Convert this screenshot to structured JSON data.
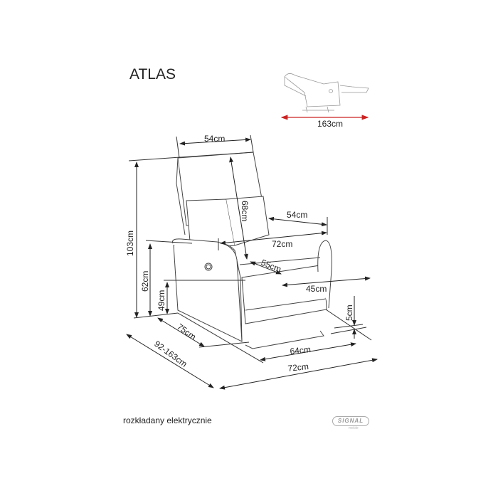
{
  "title": "ATLAS",
  "caption": "rozkładany elektrycznie",
  "brand": {
    "name": "SIGNAL",
    "sub": "meble"
  },
  "reclined_view": {
    "length": "163cm",
    "arrow_color": "#cc2222"
  },
  "dimensions": {
    "backrest_width": "54cm",
    "total_height": "103cm",
    "backrest_height": "68cm",
    "seat_width": "54cm",
    "armrest_span": "72cm",
    "seat_depth": "55cm",
    "seat_depth_front": "45cm",
    "armrest_height": "62cm",
    "seat_height": "49cm",
    "clearance": "5cm",
    "depth": "75cm",
    "depth_extended": "92-163cm",
    "base_width": "64cm",
    "total_width": "72cm"
  }
}
